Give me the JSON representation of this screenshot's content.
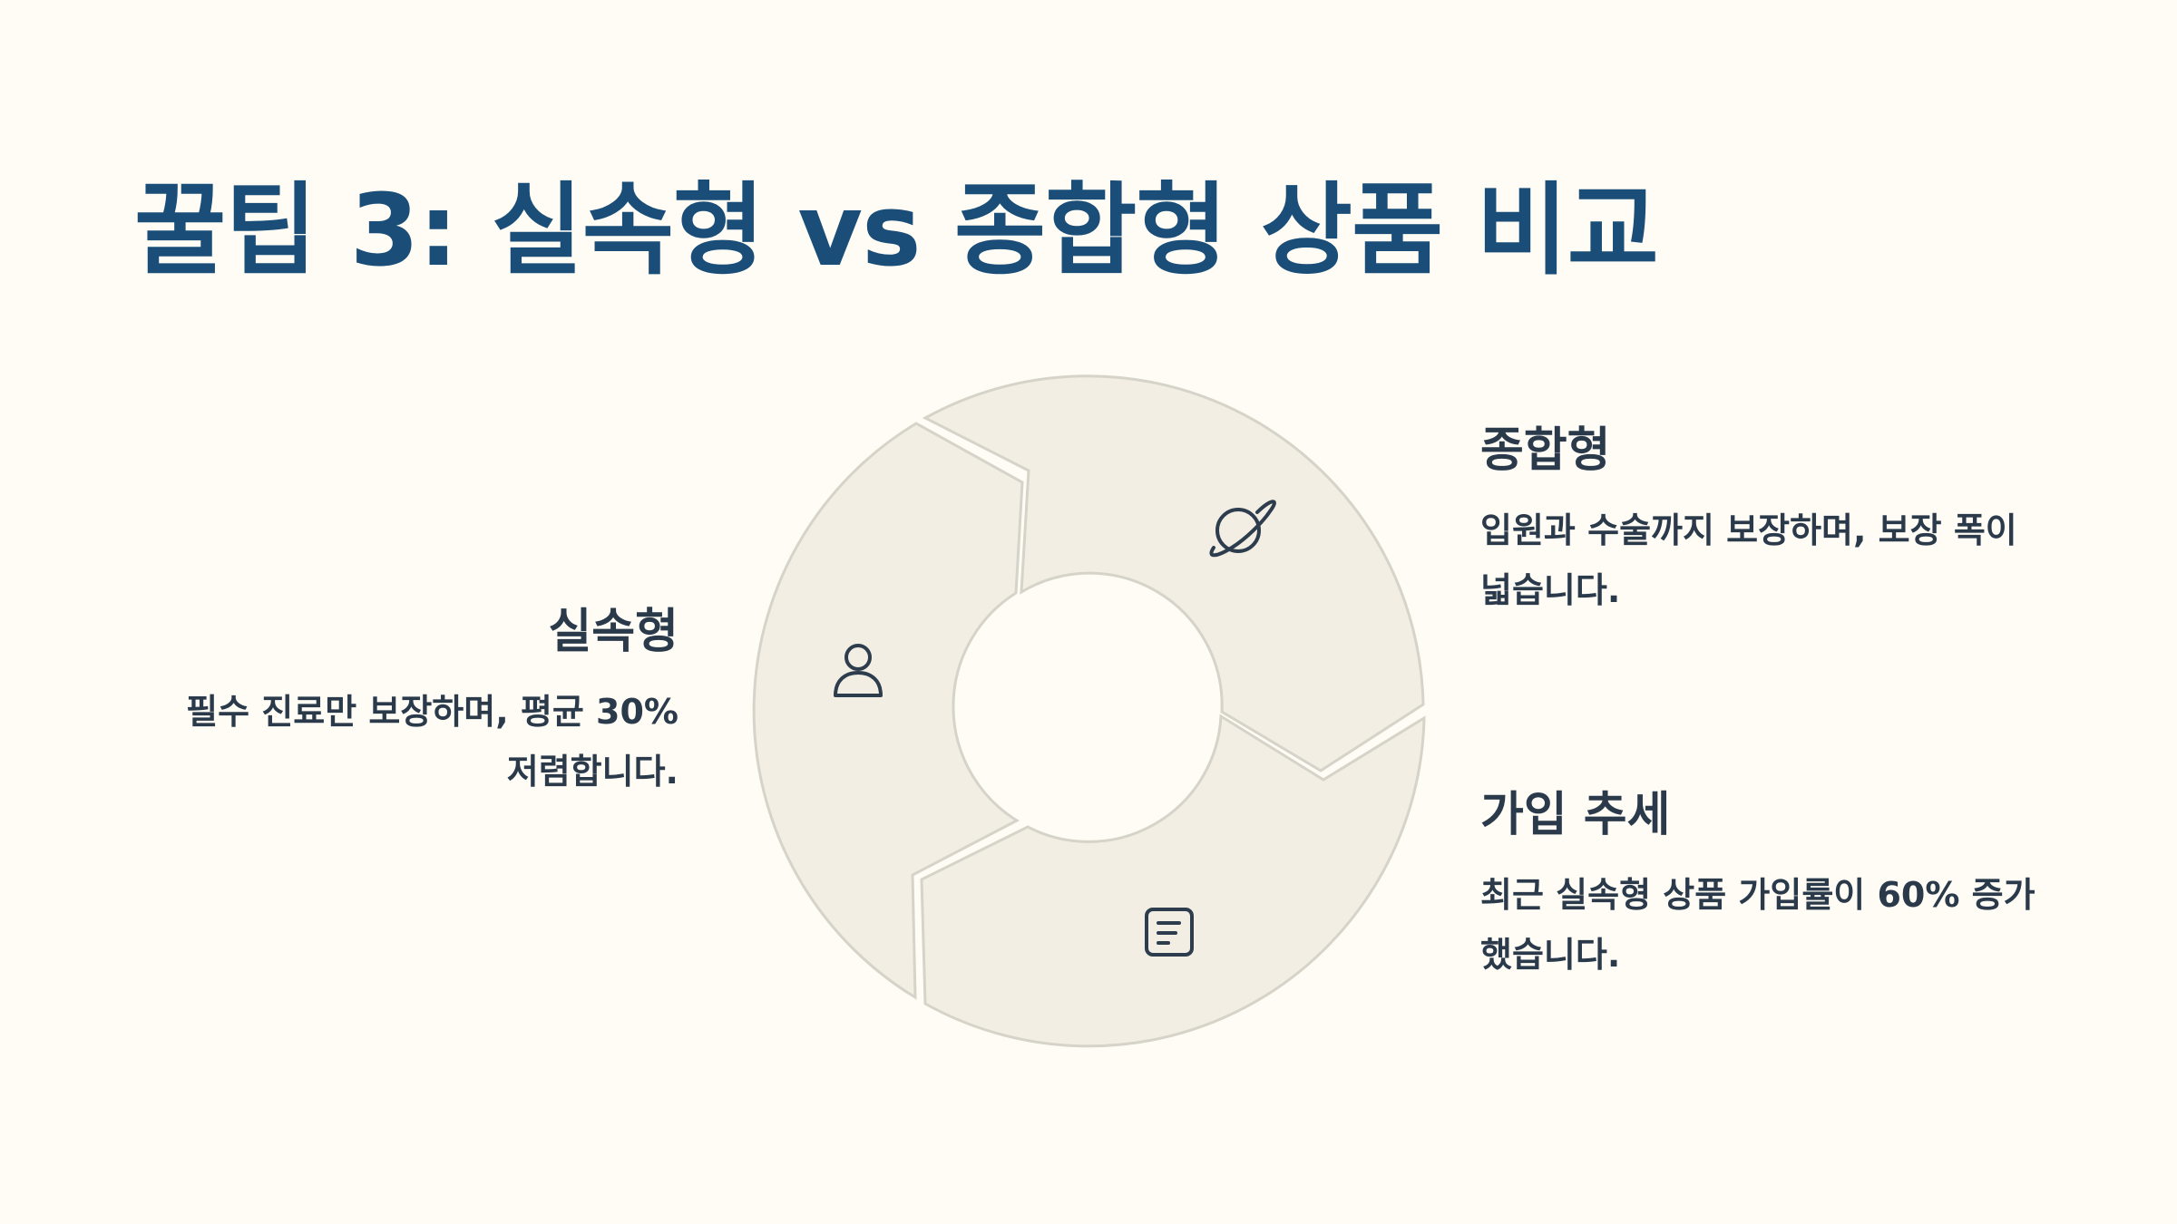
{
  "title": "꿀팁 3: 실속형 vs 종합형 상품 비교",
  "items": [
    {
      "heading": "실속형",
      "description": "필수 진료만 보장하며, 평균 30% 저렴합니다.",
      "icon": "user-icon"
    },
    {
      "heading": "종합형",
      "description": "입원과 수술까지 보장하며, 보장 폭이 넓습니다.",
      "icon": "planet-icon"
    },
    {
      "heading": "가입 추세",
      "description": "최근 실속형 상품 가입률이 60% 증가했습니다.",
      "icon": "document-icon"
    }
  ],
  "colors": {
    "background": "#fefcf5",
    "title": "#1a4e78",
    "text": "#2b3a4b",
    "segment_fill": "#f2eee4",
    "segment_stroke": "#d6d3c8",
    "icon_stroke": "#2e3d4e"
  }
}
